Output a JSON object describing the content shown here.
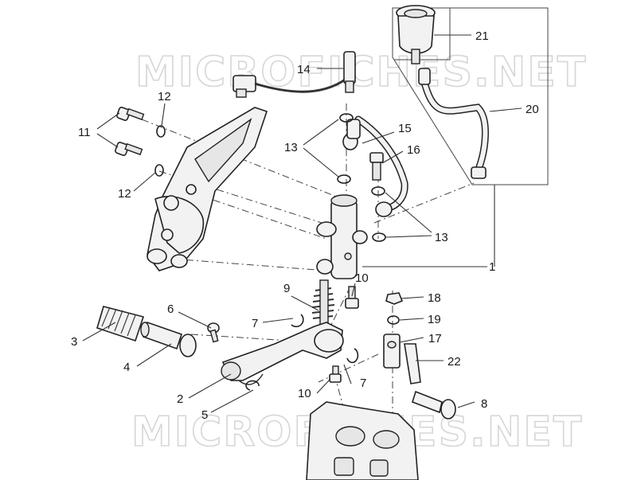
{
  "watermark": {
    "top": "MICROFICHES.NET",
    "bottom": "MICROFICHES.NET"
  },
  "callouts": [
    {
      "id": "c1",
      "text": "1"
    },
    {
      "id": "c2",
      "text": "2"
    },
    {
      "id": "c3",
      "text": "3"
    },
    {
      "id": "c4",
      "text": "4"
    },
    {
      "id": "c5",
      "text": "5"
    },
    {
      "id": "c6",
      "text": "6"
    },
    {
      "id": "c7a",
      "text": "7"
    },
    {
      "id": "c7b",
      "text": "7"
    },
    {
      "id": "c8",
      "text": "8"
    },
    {
      "id": "c9",
      "text": "9"
    },
    {
      "id": "c10a",
      "text": "10"
    },
    {
      "id": "c10b",
      "text": "10"
    },
    {
      "id": "c11",
      "text": "11"
    },
    {
      "id": "c12a",
      "text": "12"
    },
    {
      "id": "c12b",
      "text": "12"
    },
    {
      "id": "c13a",
      "text": "13"
    },
    {
      "id": "c13b",
      "text": "13"
    },
    {
      "id": "c14",
      "text": "14"
    },
    {
      "id": "c15",
      "text": "15"
    },
    {
      "id": "c16",
      "text": "16"
    },
    {
      "id": "c17",
      "text": "17"
    },
    {
      "id": "c18",
      "text": "18"
    },
    {
      "id": "c19",
      "text": "19"
    },
    {
      "id": "c20",
      "text": "20"
    },
    {
      "id": "c21",
      "text": "21"
    },
    {
      "id": "c22",
      "text": "22"
    }
  ]
}
